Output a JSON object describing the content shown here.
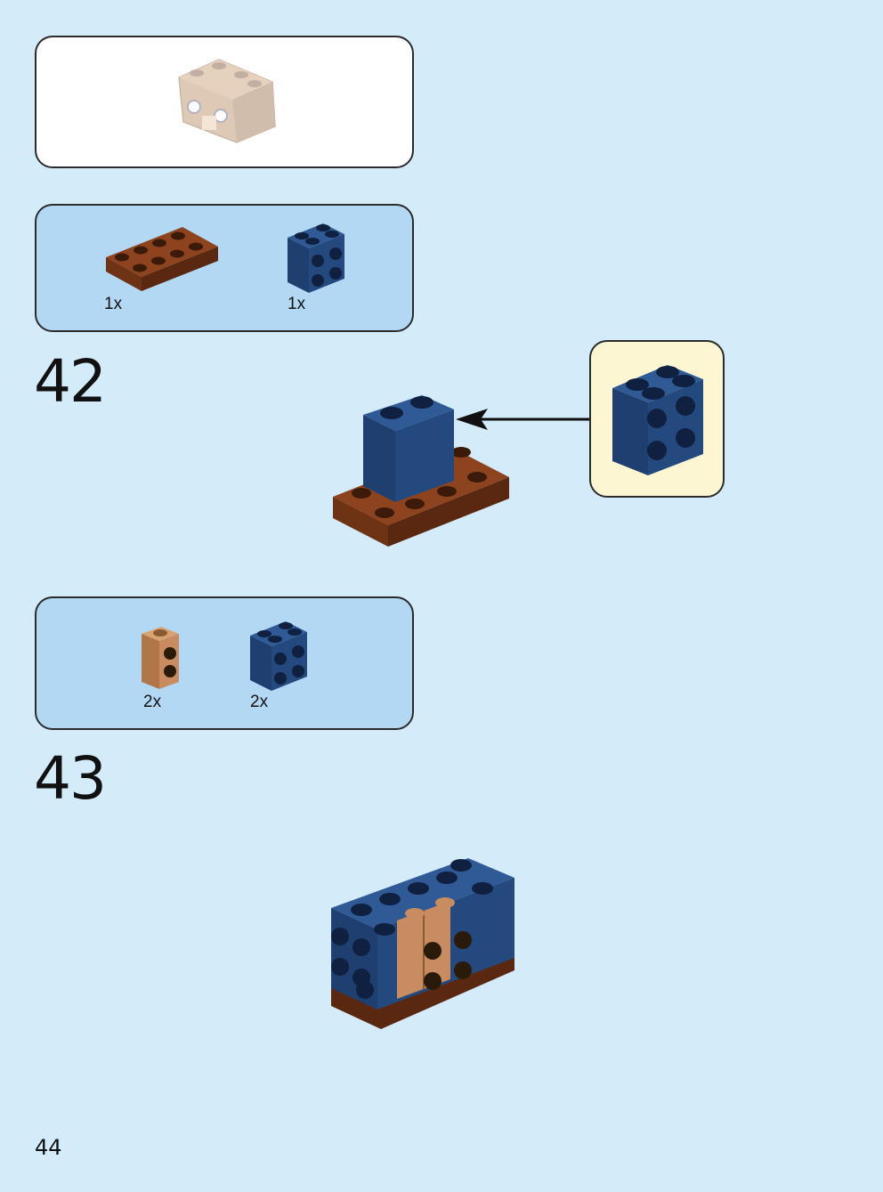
{
  "steps": [
    {
      "number": "42",
      "parts": [
        {
          "qty": "1x",
          "part": "brown-plate-2x4"
        },
        {
          "qty": "1x",
          "part": "blue-brick-2x2-side-studs"
        }
      ]
    },
    {
      "number": "43",
      "parts": [
        {
          "qty": "2x",
          "part": "tan-brick-1x1-side-studs"
        },
        {
          "qty": "2x",
          "part": "blue-brick-2x2-side-studs"
        }
      ]
    }
  ],
  "page": {
    "number": "44"
  },
  "colors": {
    "background": "#d4ebfa",
    "parts_panel": "#b3d8f4",
    "callout": "#fdf6d3",
    "blue_brick": "#24497f",
    "brown_plate": "#6e3214",
    "tan_brick": "#c88c60"
  }
}
